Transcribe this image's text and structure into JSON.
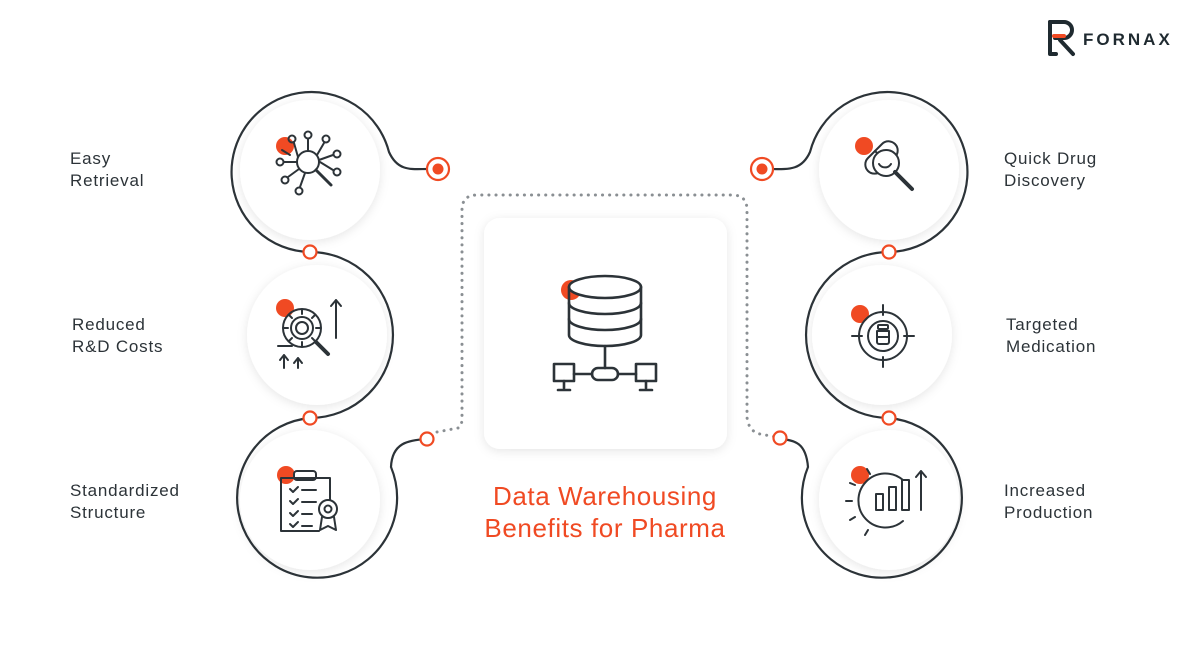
{
  "brand": {
    "logo_text": "FORNAX",
    "accent_color": "#f04a23",
    "line_color": "#2c3338"
  },
  "title": {
    "line1": "Data Warehousing",
    "line2": "Benefits for Pharma"
  },
  "center_icon": "database-network-icon",
  "left_benefits": [
    {
      "line1": "Easy",
      "line2": "Retrieval",
      "icon": "network-search-icon"
    },
    {
      "line1": "Reduced",
      "line2": "R&D Costs",
      "icon": "gear-search-growth-icon"
    },
    {
      "line1": "Standardized",
      "line2": "Structure",
      "icon": "clipboard-checklist-icon"
    }
  ],
  "right_benefits": [
    {
      "line1": "Quick Drug",
      "line2": "Discovery",
      "icon": "pill-magnifier-icon"
    },
    {
      "line1": "Targeted",
      "line2": "Medication",
      "icon": "target-medicine-icon"
    },
    {
      "line1": "Increased",
      "line2": "Production",
      "icon": "gear-bar-chart-icon"
    }
  ]
}
